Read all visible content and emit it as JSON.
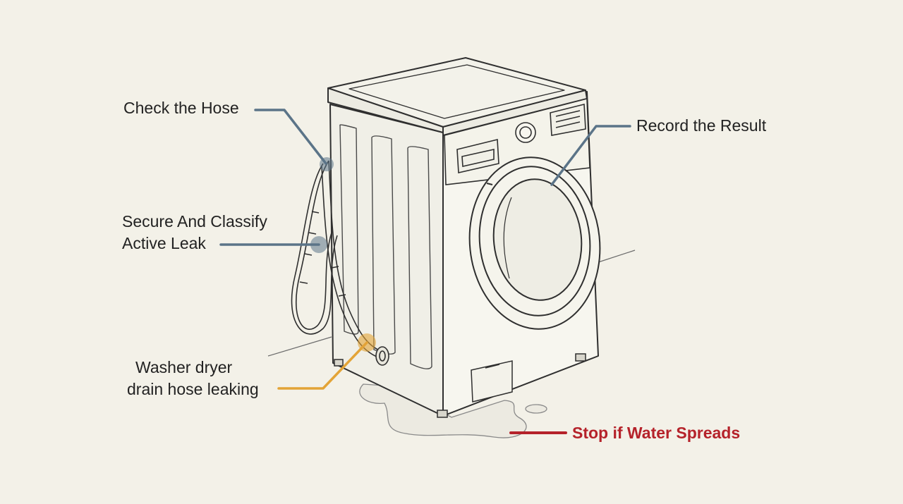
{
  "callouts": {
    "check_hose": "Check the Hose",
    "secure_line1": "Secure And Classify",
    "secure_line2": "Active Leak",
    "drain_line1": "Washer dryer",
    "drain_line2": "drain hose leaking",
    "record_result": "Record the Result",
    "stop_water": "Stop if Water Spreads"
  },
  "colors": {
    "background": "#f3f1e8",
    "ink": "#2b2b2b",
    "leader_blue": "#5b7488",
    "leader_orange": "#e3a437",
    "warning_red": "#b5222a"
  }
}
